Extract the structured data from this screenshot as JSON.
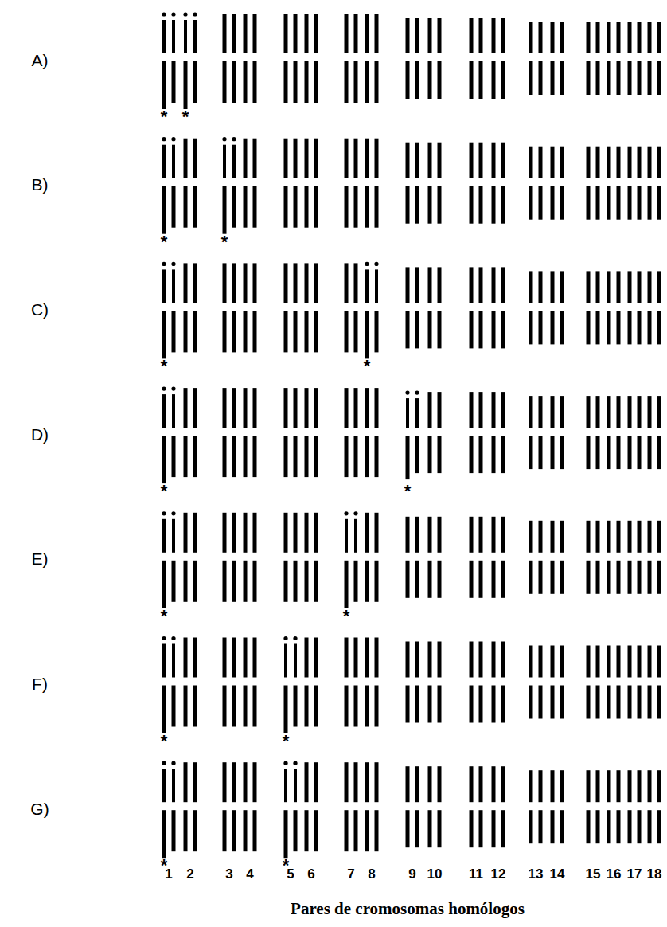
{
  "diagram": {
    "caption": "Pares de cromosomas homólogos",
    "labels": [
      "A)",
      "*",
      "*",
      "B)",
      "*",
      "*",
      "C)",
      "*",
      "*",
      "D)",
      "*",
      "*",
      "E)",
      "*",
      "*",
      "F)",
      "*",
      "*",
      "G)",
      "*",
      "*",
      "1",
      "2",
      "3",
      "4",
      "5",
      "6",
      "7",
      "8",
      "9",
      "10",
      "11",
      "12",
      "13",
      "14",
      "15",
      "16",
      "17",
      "18"
    ]
  }
}
